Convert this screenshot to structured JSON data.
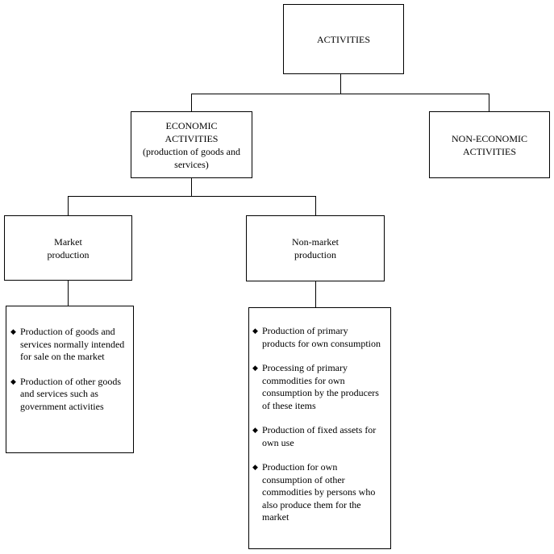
{
  "diagram": {
    "root": {
      "label": "ACTIVITIES"
    },
    "economic": {
      "label": "ECONOMIC\nACTIVITIES\n(production of goods and\nservices)"
    },
    "non_economic": {
      "label": "NON-ECONOMIC\nACTIVITIES"
    },
    "market": {
      "label": "Market\nproduction",
      "items": [
        "Production of goods and services normally intended for sale on the market",
        "Production of other goods and services such as government activities"
      ]
    },
    "non_market": {
      "label": "Non-market\nproduction",
      "items": [
        "Production of primary products for own consumption",
        "Processing of primary commodities for own consumption by the producers of these items",
        "Production of fixed assets for own use",
        "Production for own consumption of other commodities by persons who also produce them for the market"
      ]
    }
  },
  "bullet_symbol": "◆"
}
